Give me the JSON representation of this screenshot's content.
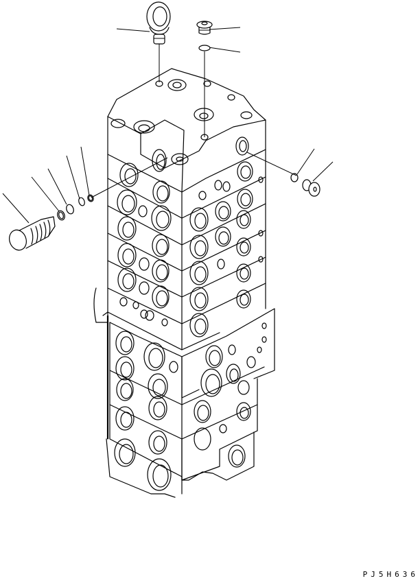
{
  "diagram": {
    "type": "exploded-parts-view",
    "subject": "hydraulic control valve assembly",
    "figure_code": "PJ5H636",
    "line_color": "#000000",
    "background_color": "#ffffff",
    "callouts": [
      {
        "id": "eyebolt",
        "part": "lifting eye bolt",
        "leader_from": [
          170,
          42
        ],
        "leader_to": [
          218,
          45
        ]
      },
      {
        "id": "top-plug",
        "part": "plug",
        "leader_from": [
          350,
          40
        ],
        "leader_to": [
          305,
          43
        ]
      },
      {
        "id": "top-oring",
        "part": "o-ring",
        "leader_from": [
          350,
          75
        ],
        "leader_to": [
          303,
          68
        ]
      },
      {
        "id": "left-plug",
        "part": "plug",
        "leader_from": [
          4,
          282
        ],
        "leader_to": [
          40,
          325
        ]
      },
      {
        "id": "left-oring-1",
        "part": "o-ring / backup ring",
        "leader_from": [
          46,
          258
        ],
        "leader_to": [
          86,
          307
        ]
      },
      {
        "id": "left-oring-2",
        "part": "o-ring",
        "leader_from": [
          70,
          246
        ],
        "leader_to": [
          97,
          298
        ]
      },
      {
        "id": "left-oring-3",
        "part": "o-ring",
        "leader_from": [
          97,
          227
        ],
        "leader_to": [
          116,
          289
        ]
      },
      {
        "id": "left-oring-4",
        "part": "o-ring",
        "leader_from": [
          118,
          214
        ],
        "leader_to": [
          130,
          285
        ]
      },
      {
        "id": "right-oring",
        "part": "o-ring",
        "leader_from": [
          458,
          217
        ],
        "leader_to": [
          432,
          253
        ]
      },
      {
        "id": "right-plug",
        "part": "plug",
        "leader_from": [
          485,
          236
        ],
        "leader_to": [
          455,
          264
        ]
      }
    ]
  }
}
